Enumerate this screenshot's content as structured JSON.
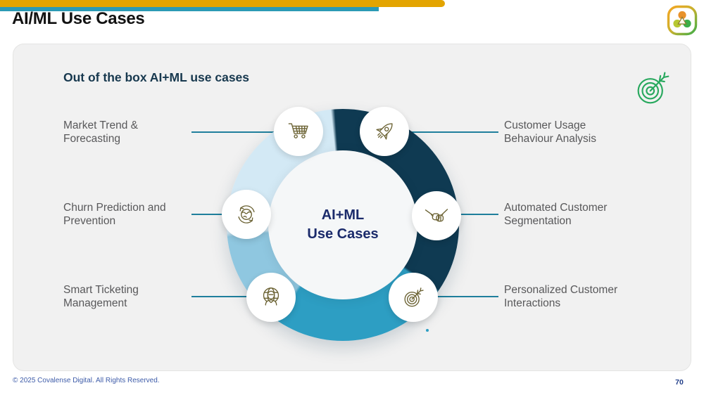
{
  "header": {
    "title": "AI/ML Use Cases",
    "logo_icon": "covalense-logo-icon"
  },
  "decor": {
    "top_bar_yellow_color": "#E3A400",
    "top_bar_teal_color": "#2B9AB5",
    "corner_icon": "green-target-arrow-icon"
  },
  "card": {
    "heading": "Out of the box AI+ML use cases",
    "diagram": {
      "center_line1": "AI+ML",
      "center_line2": "Use Cases",
      "ring_colors": {
        "navy": "#0F3A52",
        "teal": "#2D9EC3",
        "medium_blue": "#8FC7E0",
        "pale_blue": "#D3E9F5"
      },
      "connector_color": "#1F7F9C",
      "icon_stroke_color": "#6B6233",
      "items": [
        {
          "label": "Market Trend &\nForecasting",
          "icon": "shopping-cart-icon",
          "side": "left",
          "position": "top-left"
        },
        {
          "label": "Customer Usage\nBehaviour Analysis",
          "icon": "rocket-icon",
          "side": "right",
          "position": "top-right"
        },
        {
          "label": "Churn Prediction and\nPrevention",
          "icon": "globe-sync-icon",
          "side": "left",
          "position": "middle-left"
        },
        {
          "label": "Automated Customer\nSegmentation",
          "icon": "handshake-icon",
          "side": "right",
          "position": "middle-right"
        },
        {
          "label": "Smart Ticketing\nManagement",
          "icon": "person-globe-icon",
          "side": "left",
          "position": "bottom-left"
        },
        {
          "label": "Personalized Customer\nInteractions",
          "icon": "target-arrow-icon",
          "side": "right",
          "position": "bottom-right"
        }
      ]
    }
  },
  "footer": {
    "copyright": "© 2025 Covalense Digital. All Rights Reserved.",
    "page_number": "70"
  }
}
